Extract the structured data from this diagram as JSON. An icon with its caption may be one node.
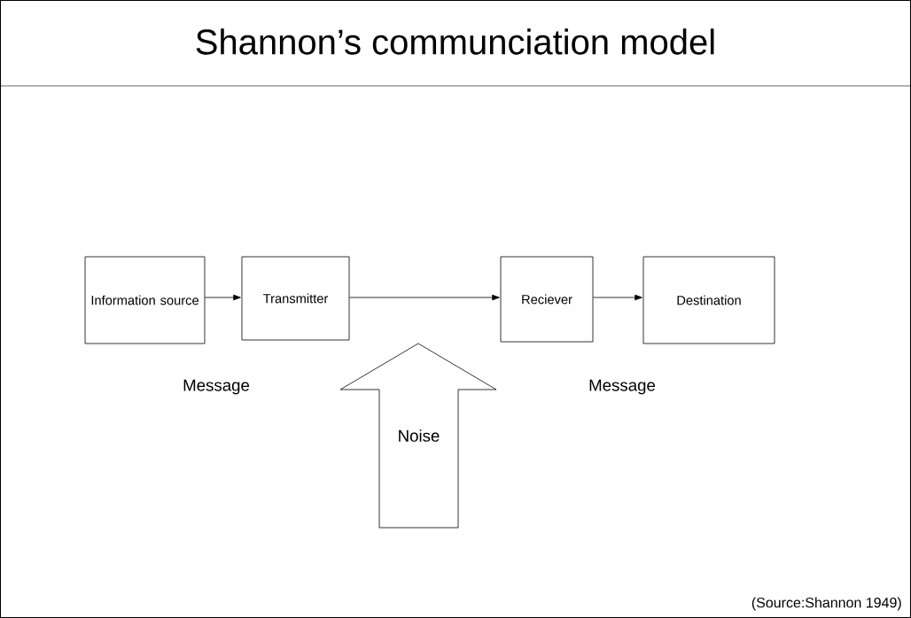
{
  "diagram": {
    "title": "Shannon’s communciation model",
    "nodes": [
      {
        "text": [
          "Information source"
        ]
      },
      {
        "text": [
          "Transmitter"
        ]
      },
      {
        "text": [
          "Reciever"
        ]
      },
      {
        "text": [
          "Destination"
        ]
      },
      {
        "text": [
          "Noise"
        ]
      }
    ],
    "edges": [
      {
        "from": 0,
        "to": 1,
        "arrow": "to"
      },
      {
        "from": 1,
        "to": 2,
        "arrow": "to"
      },
      {
        "from": 2,
        "to": 3,
        "arrow": "to"
      }
    ],
    "labels": [
      "Message",
      "Message",
      "(Source:Shannon 1949)"
    ]
  }
}
